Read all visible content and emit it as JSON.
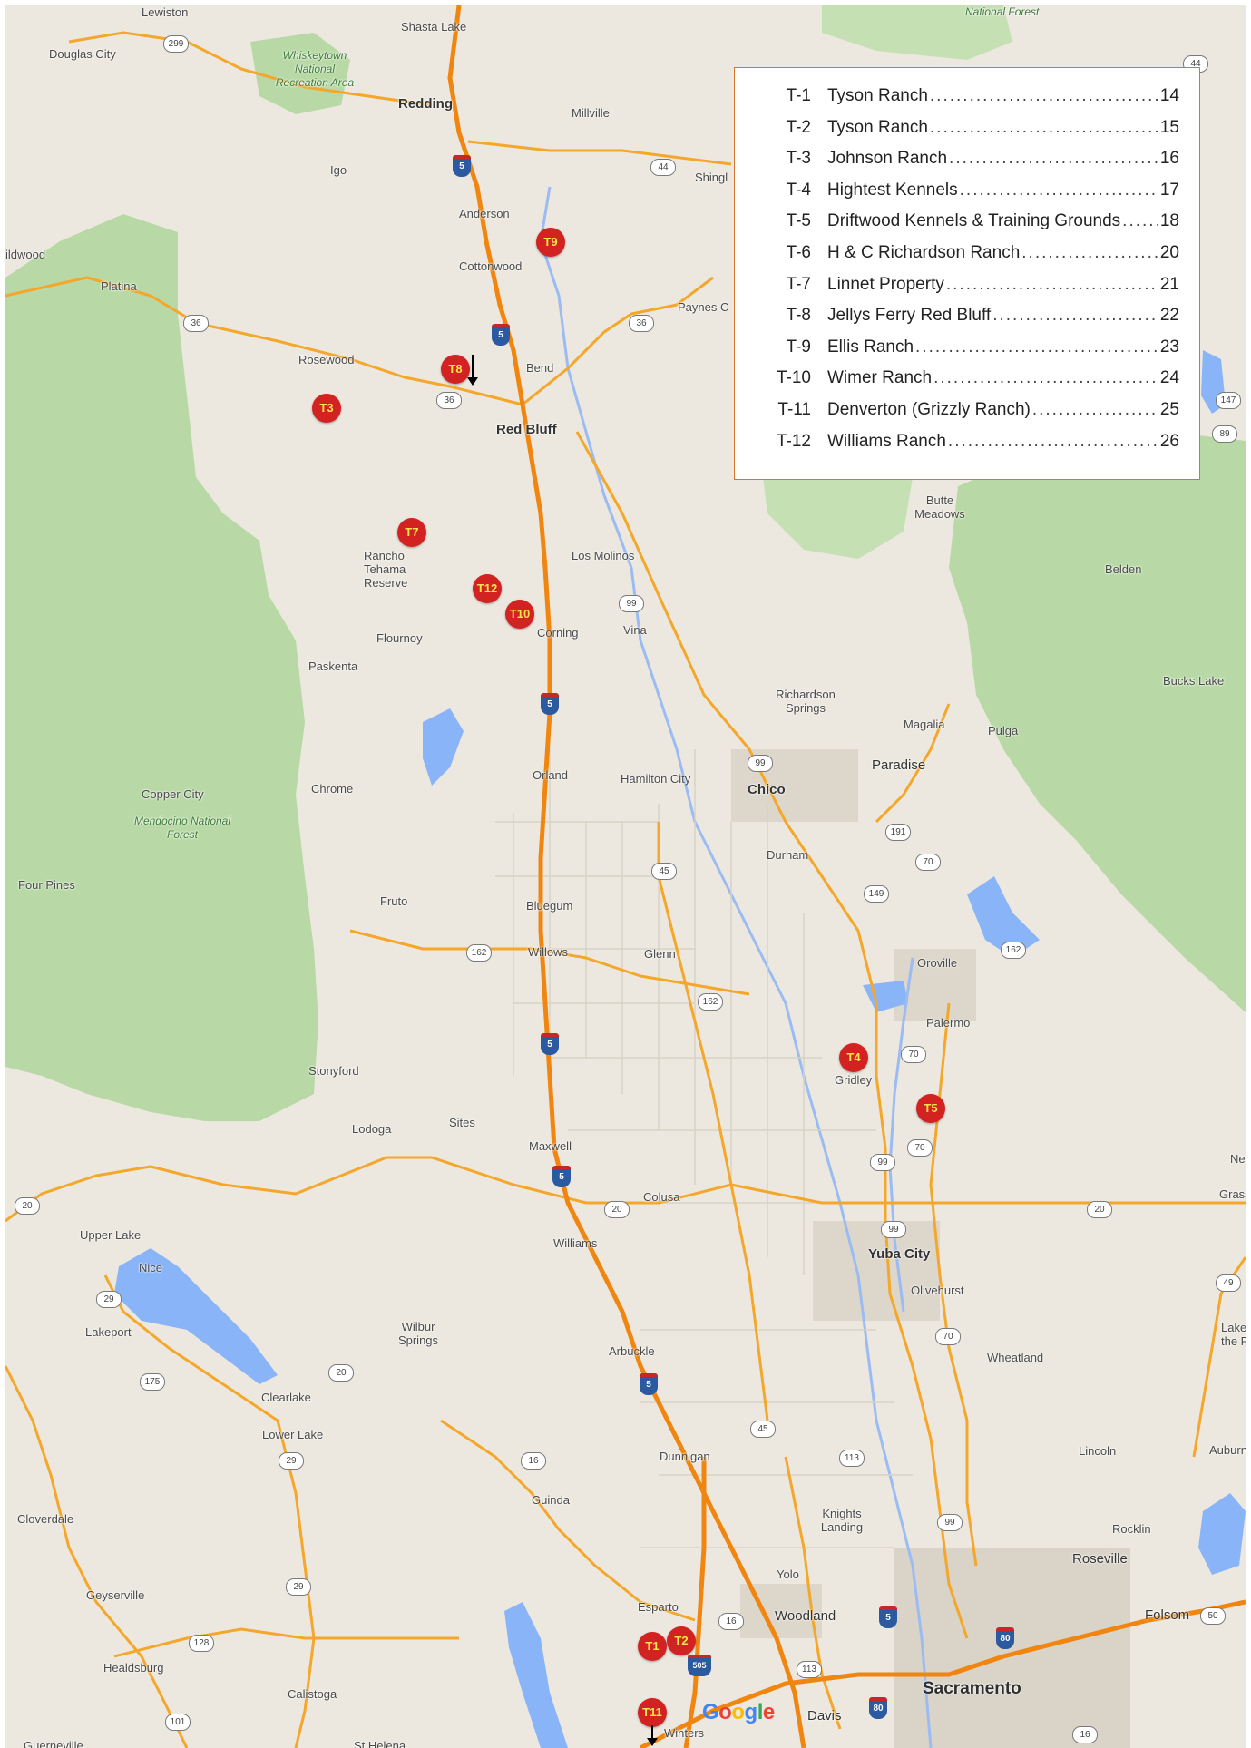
{
  "legend": {
    "entries": [
      {
        "code": "T-1",
        "name": "Tyson Ranch",
        "page": "14"
      },
      {
        "code": "T-2",
        "name": "Tyson Ranch",
        "page": "15"
      },
      {
        "code": "T-3",
        "name": "Johnson Ranch",
        "page": "16"
      },
      {
        "code": "T-4",
        "name": "Hightest Kennels",
        "page": "17"
      },
      {
        "code": "T-5",
        "name": "Driftwood Kennels & Training Grounds",
        "page": "18"
      },
      {
        "code": "T-6",
        "name": "H & C Richardson Ranch",
        "page": "20"
      },
      {
        "code": "T-7",
        "name": "Linnet Property",
        "page": "21"
      },
      {
        "code": "T-8",
        "name": "Jellys Ferry Red Bluff",
        "page": "22"
      },
      {
        "code": "T-9",
        "name": "Ellis Ranch",
        "page": "23"
      },
      {
        "code": "T-10",
        "name": "Wimer Ranch",
        "page": "24"
      },
      {
        "code": "T-11",
        "name": "Denverton (Grizzly Ranch)",
        "page": "25"
      },
      {
        "code": "T-12",
        "name": "Williams Ranch",
        "page": "26"
      }
    ]
  },
  "markers": {
    "t9": "T9",
    "t8": "T8",
    "t3": "T3",
    "t7": "T7",
    "t12": "T12",
    "t10": "T10",
    "t4": "T4",
    "t5": "T5",
    "t1": "T1",
    "t2": "T2",
    "t11": "T11"
  },
  "places": {
    "lewiston": "Lewiston",
    "shasta_lake": "Shasta Lake",
    "national_forest": "National Forest",
    "douglas_city": "Douglas City",
    "whiskeytown": "Whiskeytown National Recreation Area",
    "redding": "Redding",
    "millville": "Millville",
    "igo": "Igo",
    "shingletown": "Shingl",
    "anderson": "Anderson",
    "cottonwood": "Cottonwood",
    "wildwood": "ildwood",
    "platina": "Platina",
    "paynes_creek": "Paynes C",
    "rosewood": "Rosewood",
    "bend": "Bend",
    "red_bluff": "Red Bluff",
    "butte_meadows": "Butte Meadows",
    "belden": "Belden",
    "rancho_tehama": "Rancho Tehama Reserve",
    "los_molinos": "Los Molinos",
    "vina": "Vina",
    "corning": "Corning",
    "flournoy": "Flournoy",
    "paskenta": "Paskenta",
    "bucks_lake": "Bucks Lake",
    "richardson_springs": "Richardson Springs",
    "magalia": "Magalia",
    "pulga": "Pulga",
    "paradise": "Paradise",
    "orland": "Orland",
    "hamilton_city": "Hamilton City",
    "chico": "Chico",
    "chrome": "Chrome",
    "copper_city": "Copper City",
    "mendocino_nf": "Mendocino National Forest",
    "durham": "Durham",
    "four_pines": "Four Pines",
    "fruto": "Fruto",
    "bluegum": "Bluegum",
    "willows": "Willows",
    "glenn": "Glenn",
    "oroville": "Oroville",
    "palermo": "Palermo",
    "stonyford": "Stonyford",
    "gridley": "Gridley",
    "lodoga": "Lodoga",
    "sites": "Sites",
    "maxwell": "Maxwell",
    "colusa": "Colusa",
    "grass_valley": "Grass V",
    "nevada_city": "Nev",
    "upper_lake": "Upper Lake",
    "nice": "Nice",
    "williams": "Williams",
    "yuba_city": "Yuba City",
    "olivehurst": "Olivehurst",
    "lakeport": "Lakeport",
    "wilbur_springs": "Wilbur Springs",
    "lake_of_the_pines": "Lake the P",
    "arbuckle": "Arbuckle",
    "wheatland": "Wheatland",
    "clearlake": "Clearlake",
    "lower_lake": "Lower Lake",
    "dunnigan": "Dunnigan",
    "lincoln": "Lincoln",
    "auburn": "Auburn",
    "guinda": "Guinda",
    "knights_landing": "Knights Landing",
    "cloverdale": "Cloverdale",
    "rocklin": "Rocklin",
    "roseville": "Roseville",
    "yolo": "Yolo",
    "geyserville": "Geyserville",
    "esparto": "Esparto",
    "woodland": "Woodland",
    "folsom": "Folsom",
    "healdsburg": "Healdsburg",
    "sacramento": "Sacramento",
    "calistoga": "Calistoga",
    "davis": "Davis",
    "winters": "Winters",
    "guerneville": "Guerneville",
    "st_helena": "St Helena"
  },
  "shields": {
    "s299": "299",
    "s44a": "44",
    "s44b": "44",
    "s36a": "36",
    "s36b": "36",
    "s36c": "36",
    "s147": "147",
    "s89": "89",
    "s99a": "99",
    "s99b": "99",
    "s191": "191",
    "s70a": "70",
    "s149": "149",
    "s45a": "45",
    "s162a": "162",
    "s162b": "162",
    "s162c": "162",
    "s70b": "70",
    "s70c": "70",
    "s99c": "99",
    "s99d": "99",
    "s20a": "20",
    "s20b": "20",
    "s20c": "20",
    "s20d": "20",
    "s49": "49",
    "s29a": "29",
    "s175": "175",
    "s70d": "70",
    "s45b": "45",
    "s113a": "113",
    "s16a": "16",
    "s29b": "29",
    "s29c": "29",
    "s99e": "99",
    "s16b": "16",
    "s128": "128",
    "s113b": "113",
    "s50": "50",
    "s101": "101",
    "s16c": "16"
  },
  "interstates": {
    "i5a": "5",
    "i5b": "5",
    "i5c": "5",
    "i5d": "5",
    "i5e": "5",
    "i5f": "5",
    "i5g": "5",
    "i5h": "5",
    "i505": "505",
    "i80a": "80",
    "i80b": "80"
  },
  "logo": {
    "g1": "G",
    "o1": "o",
    "o2": "o",
    "g2": "g",
    "l": "l",
    "e": "e"
  }
}
